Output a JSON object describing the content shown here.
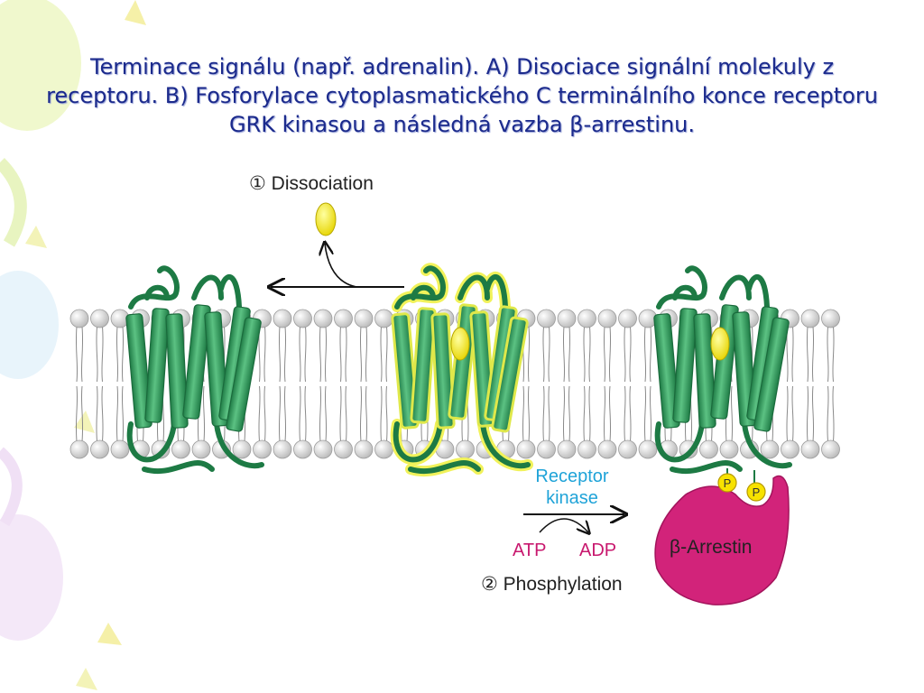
{
  "slide": {
    "title": "Terminace signálu (např. adrenalin). A) Disociace signální molekuly z receptoru. B) Fosforylace cytoplasmatického C terminálního konce receptoru GRK kinasou a následná vazba β-arrestinu."
  },
  "diagram": {
    "dissociation_label": "① Dissociation",
    "receptor_kinase_line1": "Receptor",
    "receptor_kinase_line2": "kinase",
    "atp_label": "ATP",
    "adp_label": "ADP",
    "phosphorylation_label": "② Phosphylation",
    "arrestin_label": "β-Arrestin",
    "phosphate_label": "P"
  },
  "colors": {
    "title": "#1b2a8c",
    "receptor_green": "#3aa56a",
    "receptor_dark": "#1d7a44",
    "ligand_yellow": "#f5e400",
    "arrestin_magenta": "#d2237a",
    "kinase_blue": "#1fa3d8",
    "atp_magenta": "#c8186e"
  }
}
